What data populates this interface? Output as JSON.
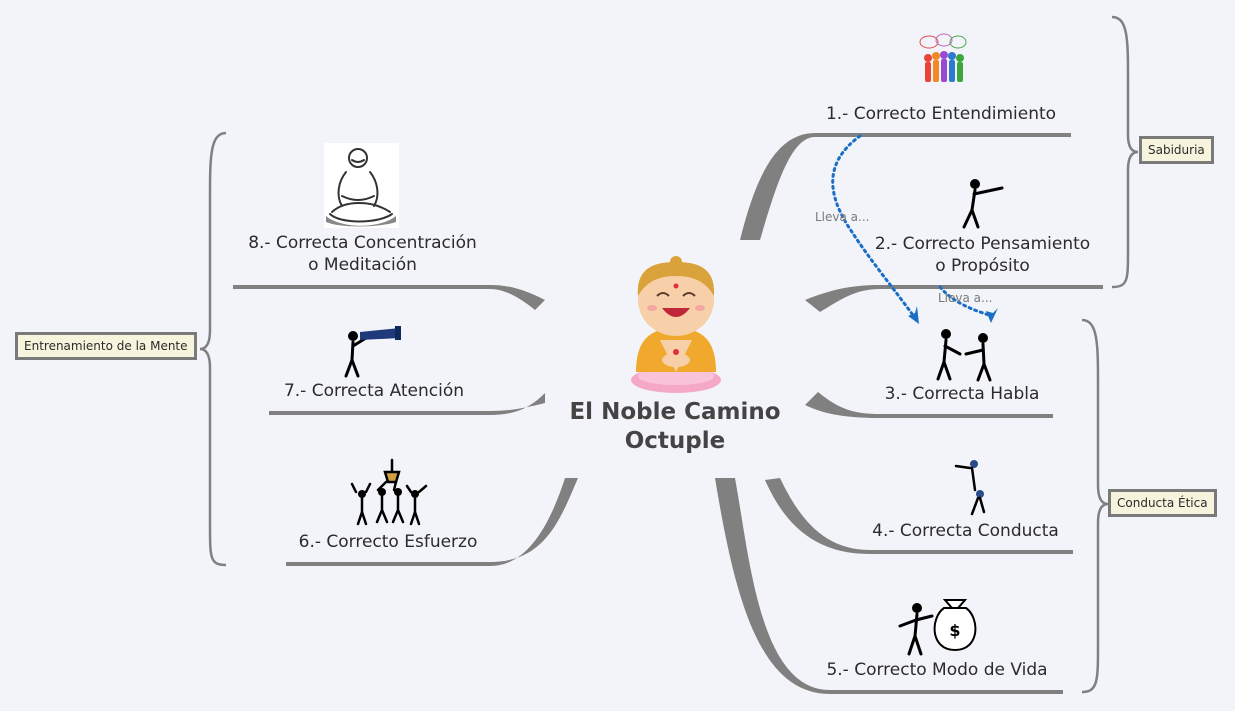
{
  "center": {
    "line1": "El Noble Camino",
    "line2": "Octuple"
  },
  "branches": {
    "b1": {
      "text": "1.- Correcto Entendimiento"
    },
    "b2": {
      "line1": "2.- Correcto Pensamiento",
      "line2": "o Propósito"
    },
    "b3": {
      "text": "3.- Correcta Habla"
    },
    "b4": {
      "text": "4.- Correcta Conducta"
    },
    "b5": {
      "text": "5.- Correcto Modo de Vida"
    },
    "b6": {
      "text": "6.- Correcto Esfuerzo"
    },
    "b7": {
      "text": "7.- Correcta Atención"
    },
    "b8": {
      "line1": "8.- Correcta Concentración",
      "line2": "o Meditación"
    }
  },
  "groups": {
    "sabiduria": "Sabiduria",
    "conducta": "Conducta Ética",
    "mente": "Entrenamiento de la Mente"
  },
  "relations": {
    "r1": "Lleva a...",
    "r2": "Lleva a..."
  },
  "colors": {
    "branch": "#808080",
    "relation": "#1a6fc4",
    "tag_fill": "#f6f4dc"
  }
}
